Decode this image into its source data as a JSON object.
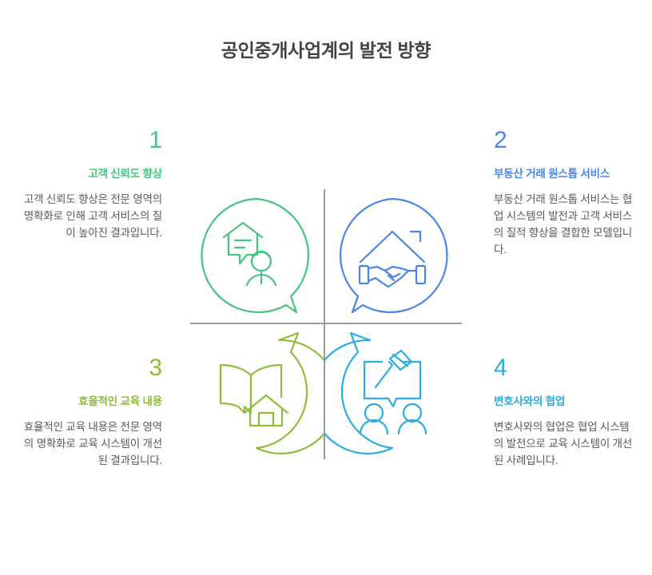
{
  "page": {
    "title": "공인중개사업계의 발전 방향",
    "background": "#ffffff",
    "title_color": "#434343",
    "divider_color": "#9b9b9b",
    "body_text_color": "#595959"
  },
  "quadrants": [
    {
      "number": "1",
      "heading": "고객 신뢰도 향상",
      "body": "고객 신뢰도 향상은 전문 영역의 명확화로 인해 고객 서비스의 질이 높아진 결과입니다.",
      "color": "#45c47f",
      "icon": "speech-bubble-house-chat-person-icon",
      "position": "top-left",
      "align": "right"
    },
    {
      "number": "2",
      "heading": "부동산 거래 원스톱 서비스",
      "body": "부동산 거래 원스톱 서비스는 협업 시스템의 발전과 고객 서비스의 질적 향상을 결합한 모델입니다.",
      "color": "#4a86e8",
      "icon": "speech-bubble-house-handshake-icon",
      "position": "top-right",
      "align": "left"
    },
    {
      "number": "3",
      "heading": "효율적인 교육 내용",
      "body": "효율적인 교육 내용은 전문 영역의 명확화로 교육 시스템이 개선된 결과입니다.",
      "color": "#8fbd3a",
      "icon": "speech-bubble-book-house-icon",
      "position": "bottom-left",
      "align": "right"
    },
    {
      "number": "4",
      "heading": "변호사와의 협업",
      "body": "변호사와의 협업은 협업 시스템의 발전으로 교육 시스템이 개선된 사례입니다.",
      "color": "#29ade3",
      "icon": "speech-bubble-gavel-two-people-icon",
      "position": "bottom-right",
      "align": "left"
    }
  ]
}
